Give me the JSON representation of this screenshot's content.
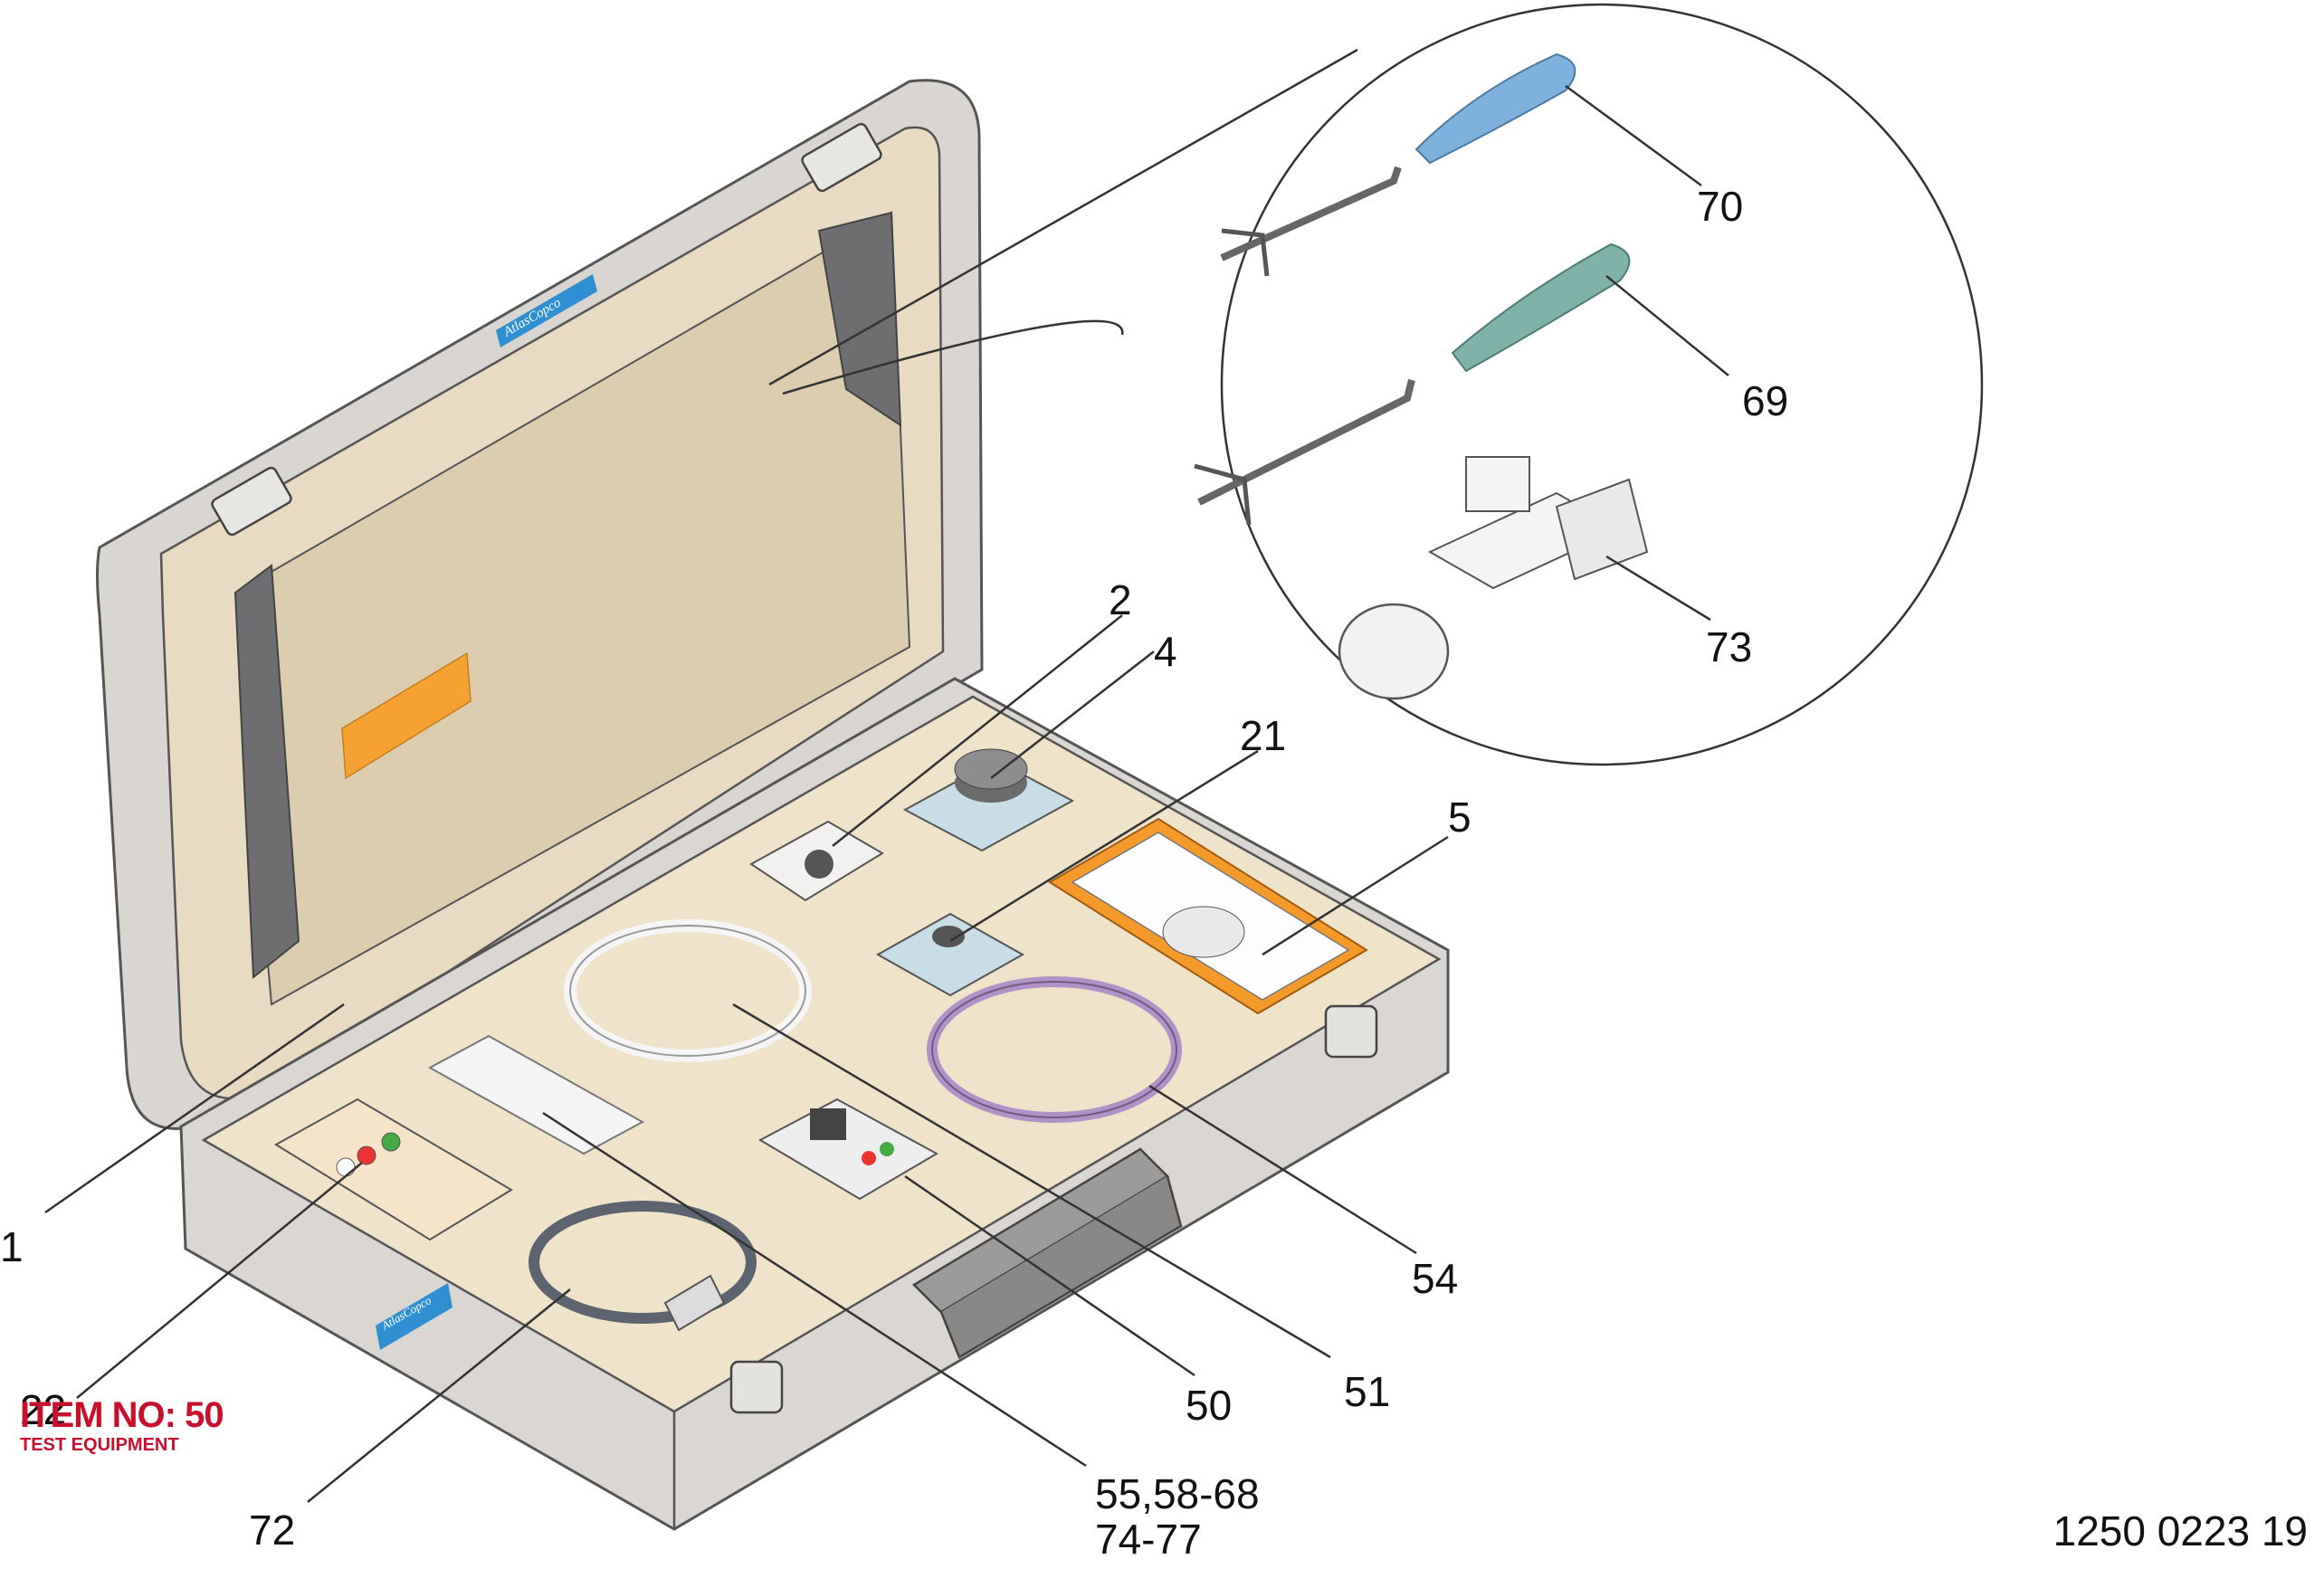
{
  "callouts": {
    "c1": "1",
    "c2": "2",
    "c4": "4",
    "c5": "5",
    "c21": "21",
    "c22": "22",
    "c50": "50",
    "c51": "51",
    "c54": "54",
    "c55_line1": "55,58-68",
    "c55_line2": "74-77",
    "c69": "69",
    "c70": "70",
    "c72": "72",
    "c73": "73"
  },
  "brand": {
    "logo_text": "AtlasCopco"
  },
  "watermark": {
    "title": "ITEM NO: 50",
    "subtitle": "TEST EQUIPMENT"
  },
  "document_number": "1250 0223 19",
  "colors": {
    "case_shell": "#d9d6d2",
    "case_inner": "#efe3c9",
    "logo_blue": "#2f8fd0",
    "label_orange": "#f6a233",
    "multimeter_orange": "#f39a2b",
    "cable_purple": "#b092c8",
    "handle_blue": "#7fb1dd",
    "handle_green": "#7fb2a8",
    "item_red": "#c8102e"
  }
}
